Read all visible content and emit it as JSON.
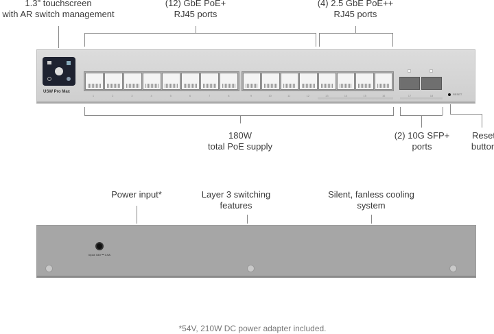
{
  "front": {
    "touchscreen": {
      "line1": "1.3\" touchscreen",
      "line2": "with AR switch management"
    },
    "gbe_ports": {
      "line1": "(12) GbE PoE+",
      "line2": "RJ45 ports"
    },
    "mgbe_ports": {
      "line1": "(4) 2.5 GbE PoE++",
      "line2": "RJ45 ports"
    },
    "poe_supply": {
      "line1": "180W",
      "line2": "total PoE supply"
    },
    "sfp_ports": {
      "line1": "(2) 10G SFP+",
      "line2": "ports"
    },
    "reset": {
      "line1": "Reset",
      "line2": "button"
    },
    "model": "USW Pro Max",
    "reset_label": "RESET",
    "port_numbers": [
      "1",
      "2",
      "3",
      "4",
      "5",
      "6",
      "7",
      "8",
      "9",
      "10",
      "11",
      "12",
      "13",
      "14",
      "15",
      "16"
    ],
    "sfp_numbers": [
      "17",
      "18"
    ]
  },
  "back": {
    "power": {
      "line1": "Power input*"
    },
    "layer3": {
      "line1": "Layer 3 switching",
      "line2": "features"
    },
    "cooling": {
      "line1": "Silent, fanless cooling",
      "line2": "system"
    },
    "jack_label": "Input: 54V ⎓ 3.9A"
  },
  "footnote": "*54V, 210W DC power adapter included."
}
